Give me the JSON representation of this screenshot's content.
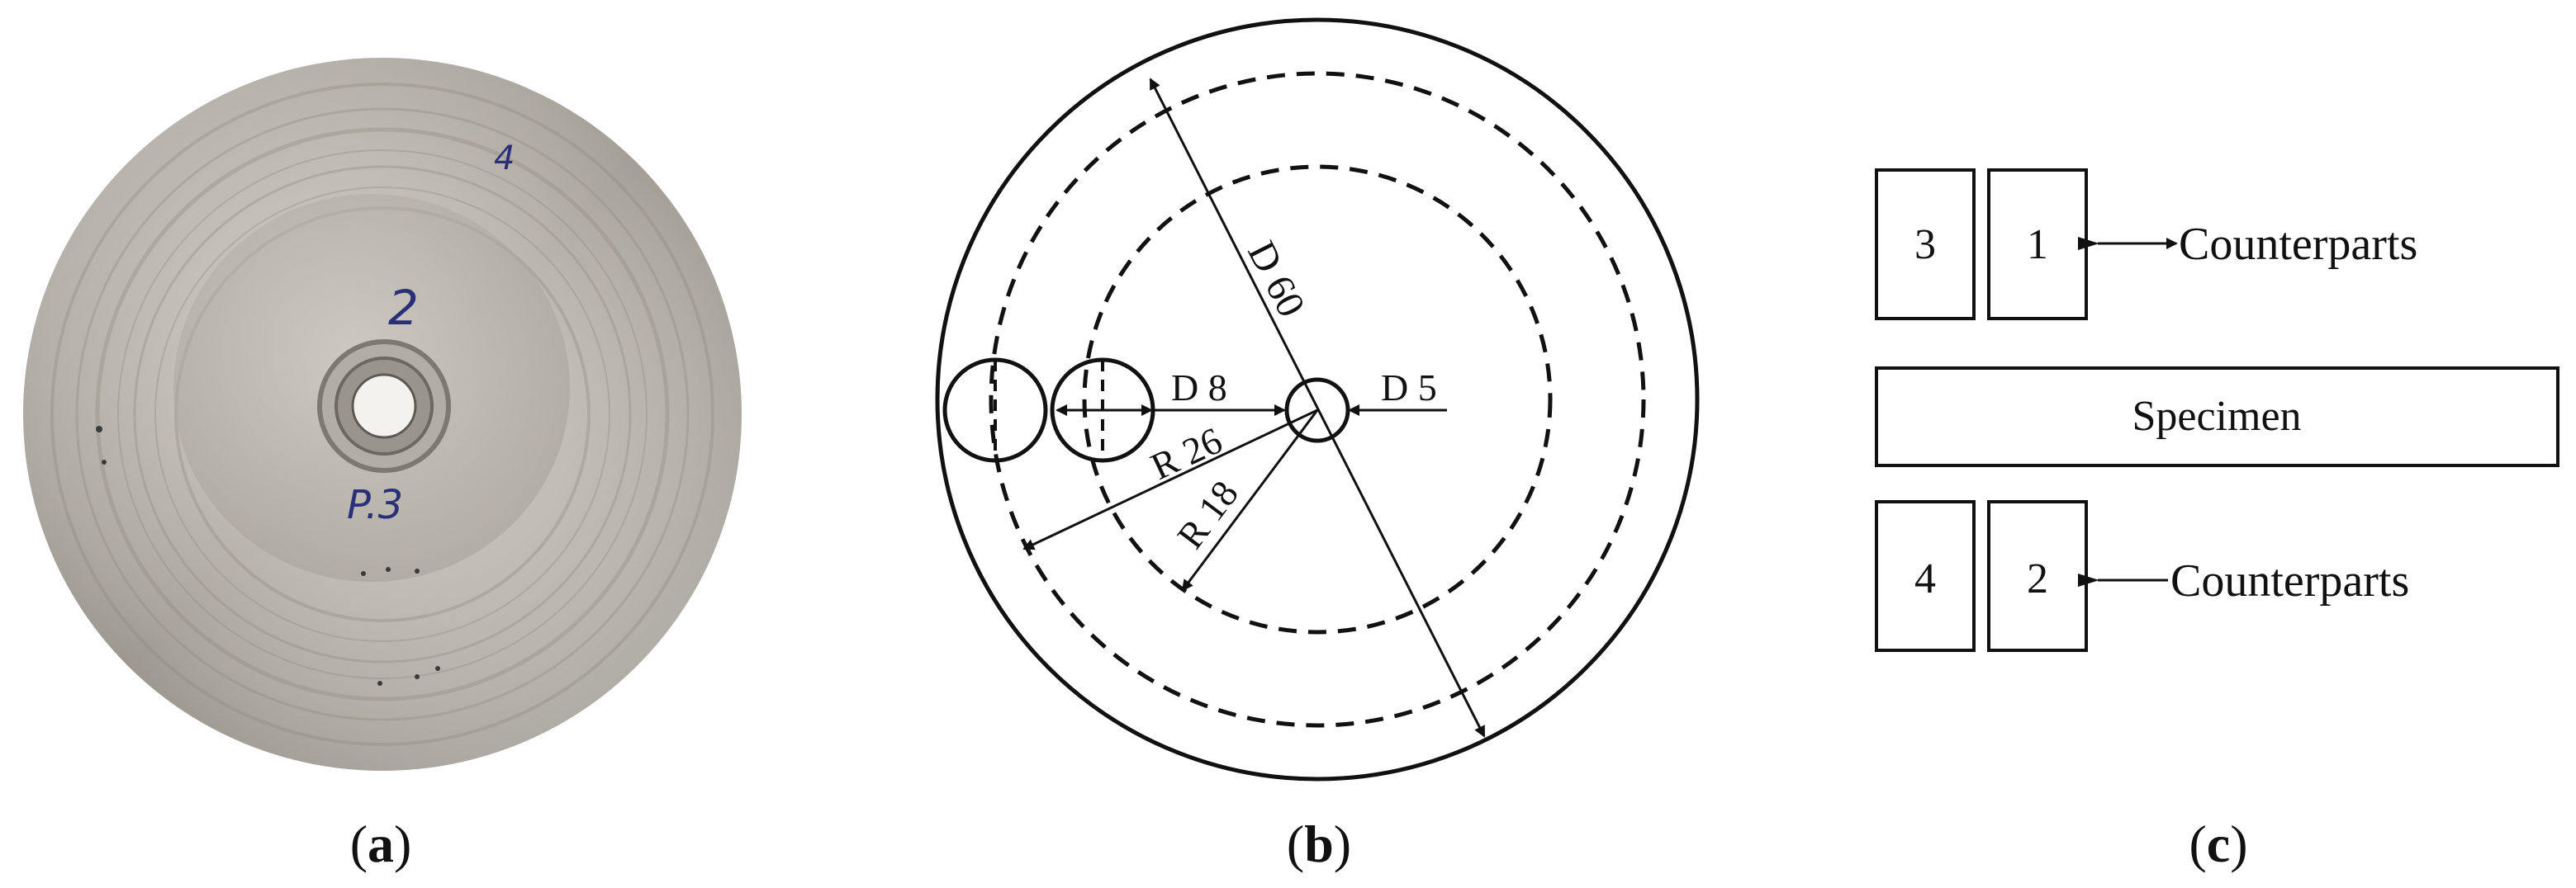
{
  "panels": {
    "a": {
      "caption_open": "(",
      "caption_letter": "a",
      "caption_close": ")",
      "disc_marks": [
        "4",
        "2",
        "P.3"
      ]
    },
    "b": {
      "caption_open": "(",
      "caption_letter": "b",
      "caption_close": ")",
      "dimensions": {
        "outer_diameter": "D 60",
        "hole_diameter": "D 8",
        "center_diameter": "D 5",
        "outer_radius": "R 26",
        "inner_radius": "R 18"
      }
    },
    "c": {
      "caption_open": "(",
      "caption_letter": "c",
      "caption_close": ")",
      "top_boxes": [
        "3",
        "1"
      ],
      "bottom_boxes": [
        "4",
        "2"
      ],
      "specimen_label": "Specimen",
      "top_label": "Counterparts",
      "bottom_label": "Counterparts"
    }
  },
  "colors": {
    "ink": "#111111",
    "metal_light": "#d9d4cb",
    "metal_mid": "#aaa49b",
    "metal_dark": "#6e6962",
    "marker_blue": "#2a2f7a"
  }
}
